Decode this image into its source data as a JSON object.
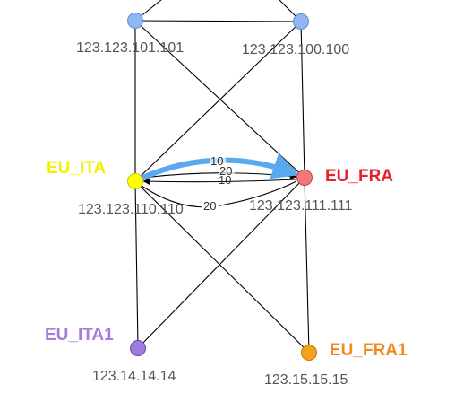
{
  "diagram": {
    "nodes": [
      {
        "id": "top_left",
        "ip": "123.123.101.101",
        "name": "",
        "color": "#8fb8f0",
        "stroke": "#5b8ed6"
      },
      {
        "id": "top_right",
        "ip": "123.123.100.100",
        "name": "",
        "color": "#8fb8f0",
        "stroke": "#5b8ed6"
      },
      {
        "id": "eu_ita",
        "ip": "123.123.110.110",
        "name": "EU_ITA",
        "color": "#ffff00",
        "stroke": "#c8c800",
        "name_color": "#f2f200"
      },
      {
        "id": "eu_fra",
        "ip": "123.123.111.111",
        "name": "EU_FRA",
        "color": "#f07a7a",
        "stroke": "#c84040",
        "name_color": "#e8202a"
      },
      {
        "id": "eu_ita1",
        "ip": "123.14.14.14",
        "name": "EU_ITA1",
        "color": "#a17ae0",
        "stroke": "#6a48a8",
        "name_color": "#a77be0"
      },
      {
        "id": "eu_fra1",
        "ip": "123.15.15.15",
        "name": "EU_FRA1",
        "color": "#f5a21a",
        "stroke": "#c07800",
        "name_color": "#f08a24"
      }
    ],
    "links": [
      {
        "from": "top_left",
        "to": "top_right"
      },
      {
        "from": "top_left",
        "to": "eu_ita"
      },
      {
        "from": "top_left",
        "to": "eu_fra"
      },
      {
        "from": "top_right",
        "to": "eu_ita"
      },
      {
        "from": "top_right",
        "to": "eu_fra"
      },
      {
        "from": "eu_ita",
        "to": "eu_ita1"
      },
      {
        "from": "eu_ita",
        "to": "eu_fra1"
      },
      {
        "from": "eu_fra",
        "to": "eu_ita1"
      },
      {
        "from": "eu_fra",
        "to": "eu_fra1"
      }
    ],
    "metrics": {
      "highlight_upper": "10",
      "middle_upper": "20",
      "middle_lower": "10",
      "bottom_curve": "20"
    },
    "highlight_color": "#5aa9ef"
  }
}
